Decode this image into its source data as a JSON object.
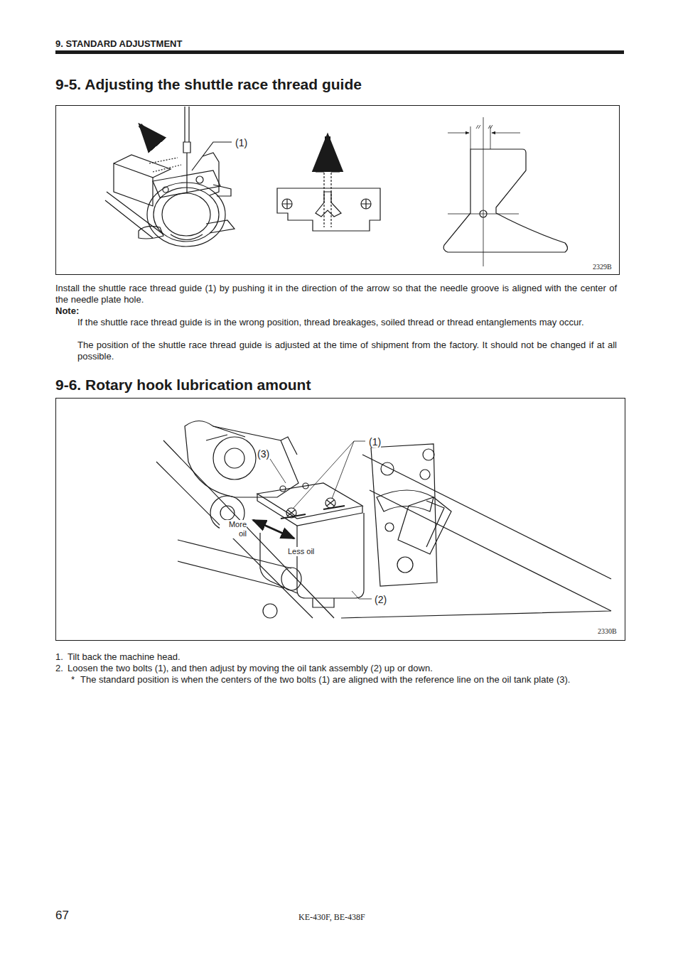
{
  "diagram": {
    "title": "9. STANDARD ADJUSTMENT",
    "nodes": [
      {
        "text": [
          "(1)",
          "2329B"
        ]
      },
      {
        "text": [
          "(1)",
          "(3)",
          "More oil",
          "Less oil",
          "(2)",
          "2330B"
        ]
      }
    ],
    "labels": [
      "9-5. Adjusting the shuttle race thread guide",
      "Install the shuttle race thread guide (1) by pushing it in the direction of the arrow so that the needle groove is aligned with the center of the needle plate hole.",
      "Note:",
      "If the shuttle race thread guide is in the wrong position, thread breakages, soiled thread or thread entanglements may occur.",
      "The position of the shuttle race thread guide is adjusted at the time of shipment from the factory. It should not be changed if at all possible.",
      "9-6. Rotary hook lubrication amount",
      "1.",
      "Tilt back the machine head.",
      "2.",
      "Loosen the two bolts (1), and then adjust by moving the oil tank assembly (2) up or down.",
      "*",
      "The standard position is when the centers of the two bolts (1) are aligned with the reference line on the oil tank plate (3).",
      "67",
      "KE-430F, BE-438F"
    ]
  }
}
